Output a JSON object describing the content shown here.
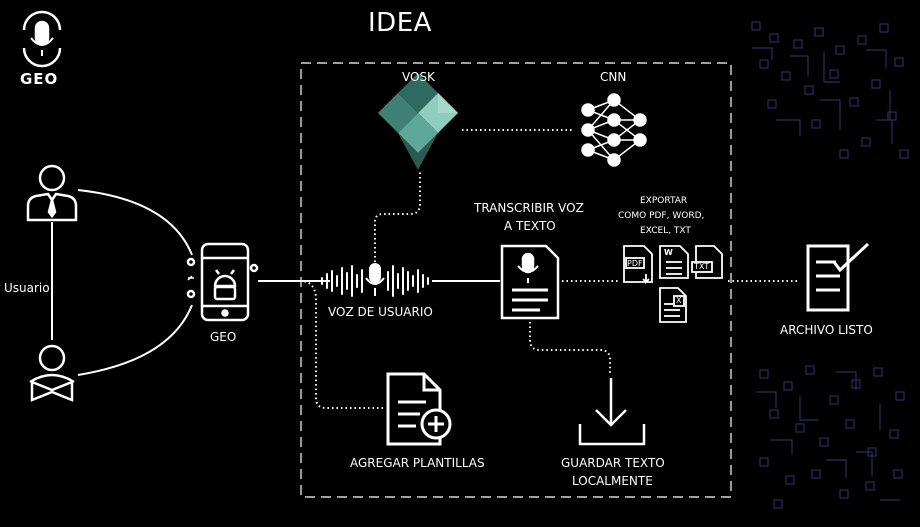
{
  "title": "IDEA",
  "logo": {
    "text": "GEO",
    "icon": "microphone-icon"
  },
  "users": {
    "label": "Usuario"
  },
  "phone": {
    "label": "GEO",
    "icon": "android-icon"
  },
  "vosk": {
    "label": "VOSK"
  },
  "cnn": {
    "label": "CNN"
  },
  "voice": {
    "label": "VOZ DE USUARIO"
  },
  "transcribe": {
    "line1": "TRANSCRIBIR VOZ",
    "line2": "A TEXTO"
  },
  "export": {
    "line1": "EXPORTAR",
    "line2": "COMO PDF, WORD,",
    "line3": "EXCEL, TXT",
    "formats": [
      "PDF",
      "W",
      "TXT",
      "X"
    ]
  },
  "result": {
    "label": "ARCHIVO LISTO"
  },
  "templates": {
    "label": "AGREGAR PLANTILLAS"
  },
  "save": {
    "line1": "GUARDAR TEXTO",
    "line2": "LOCALMENTE"
  },
  "colors": {
    "background": "#000000",
    "foreground": "#ffffff",
    "vosk_teal": "#4f9b8f",
    "pattern": "#2a2f5a"
  }
}
